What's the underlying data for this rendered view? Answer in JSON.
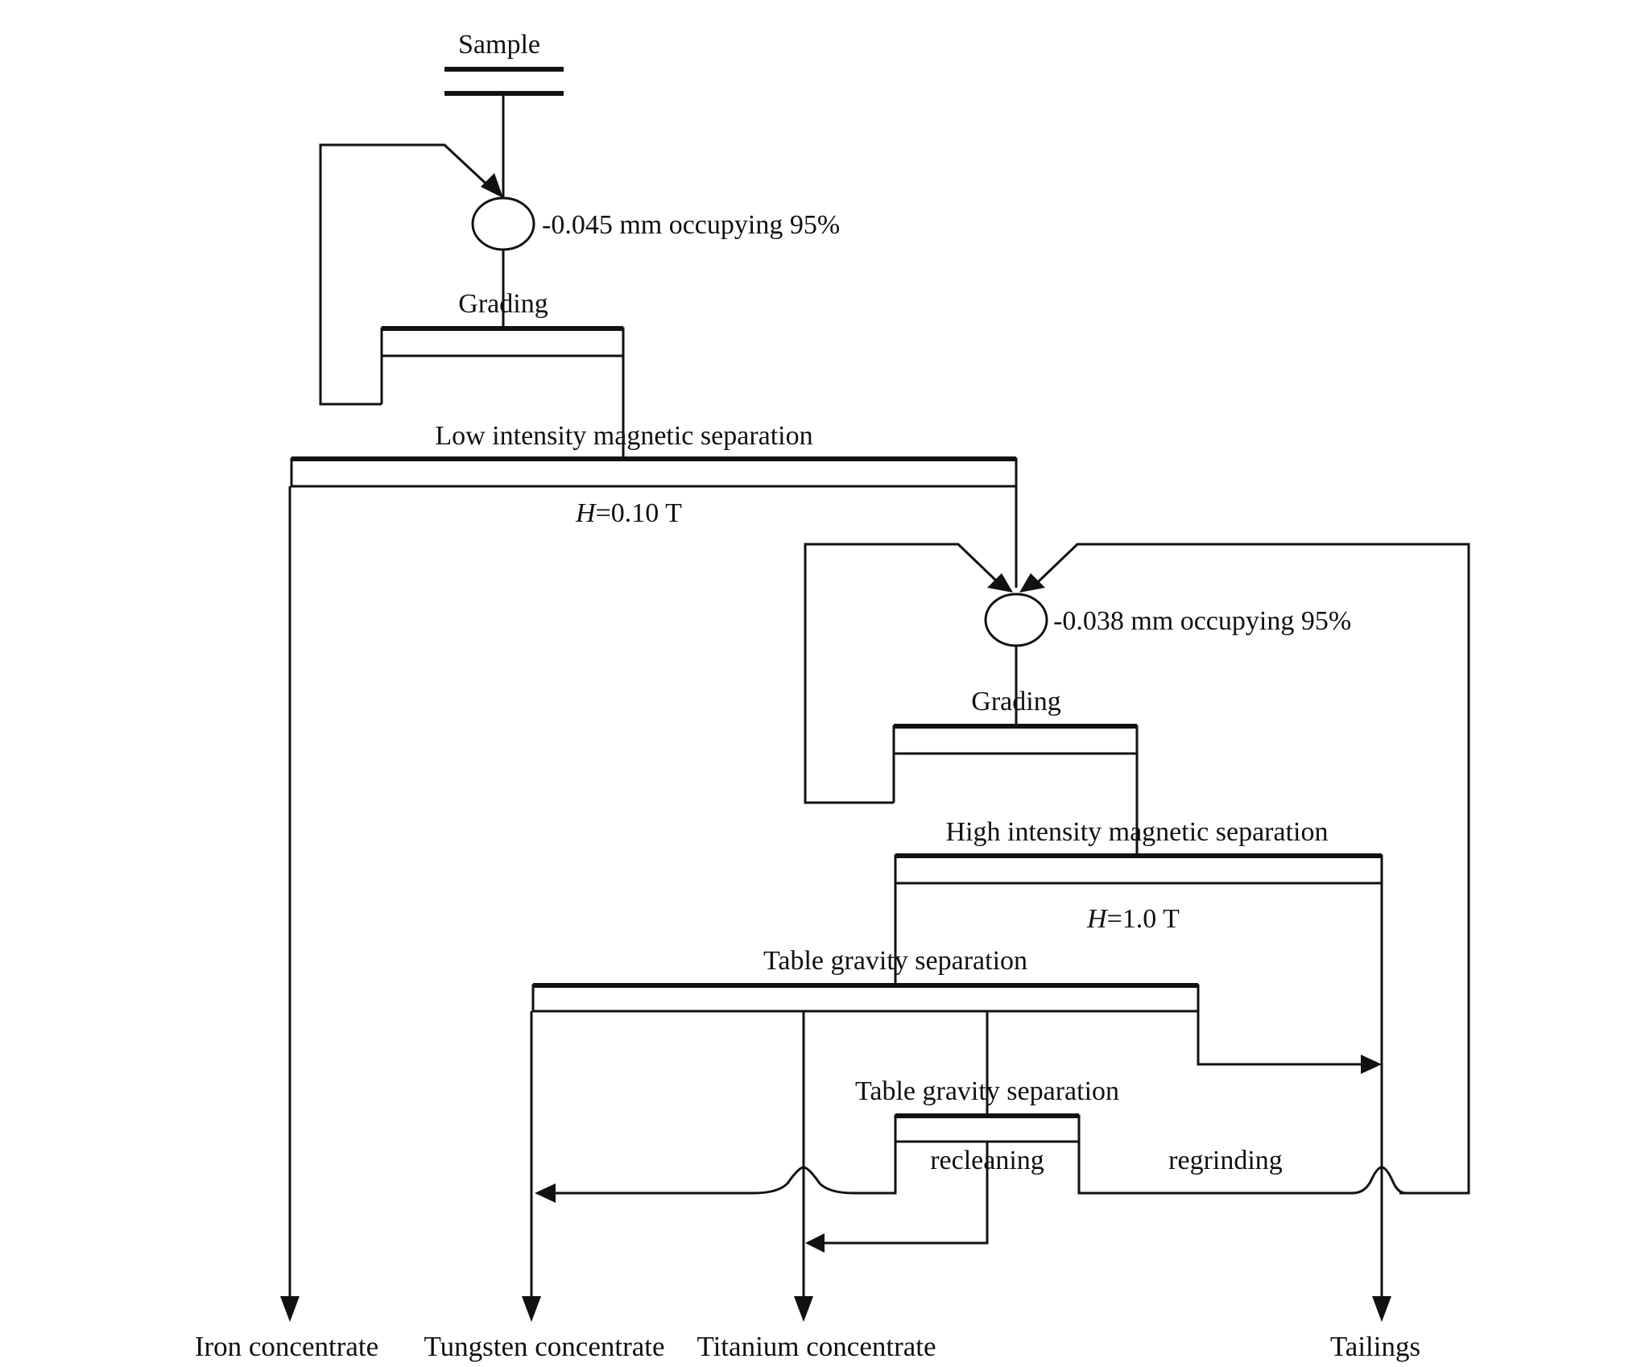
{
  "diagram": {
    "feed": {
      "label": "Sample"
    },
    "mill_1": {
      "condition": "-0.045 mm occupying 95%"
    },
    "classifier_1": {
      "label": "Grading"
    },
    "lims": {
      "label": "Low intensity magnetic separation",
      "field": "H=0.10 T",
      "field_var": "H",
      "field_value": "=0.10 T"
    },
    "mill_2": {
      "condition": "-0.038 mm occupying 95%"
    },
    "classifier_2": {
      "label": "Grading"
    },
    "hims": {
      "label": "High intensity magnetic separation",
      "field": "H=1.0 T",
      "field_var": "H",
      "field_value": "=1.0 T"
    },
    "table_1": {
      "label": "Table gravity separation"
    },
    "table_2": {
      "label": "Table gravity separation"
    },
    "flow_labels": {
      "recleaning": "recleaning",
      "regrinding": "regrinding"
    },
    "products": {
      "iron": "Iron concentrate",
      "tungsten": "Tungsten concentrate",
      "titanium": "Titanium concentrate",
      "tailings": "Tailings"
    }
  },
  "colors": {
    "line": "#111111",
    "background": "#ffffff"
  }
}
